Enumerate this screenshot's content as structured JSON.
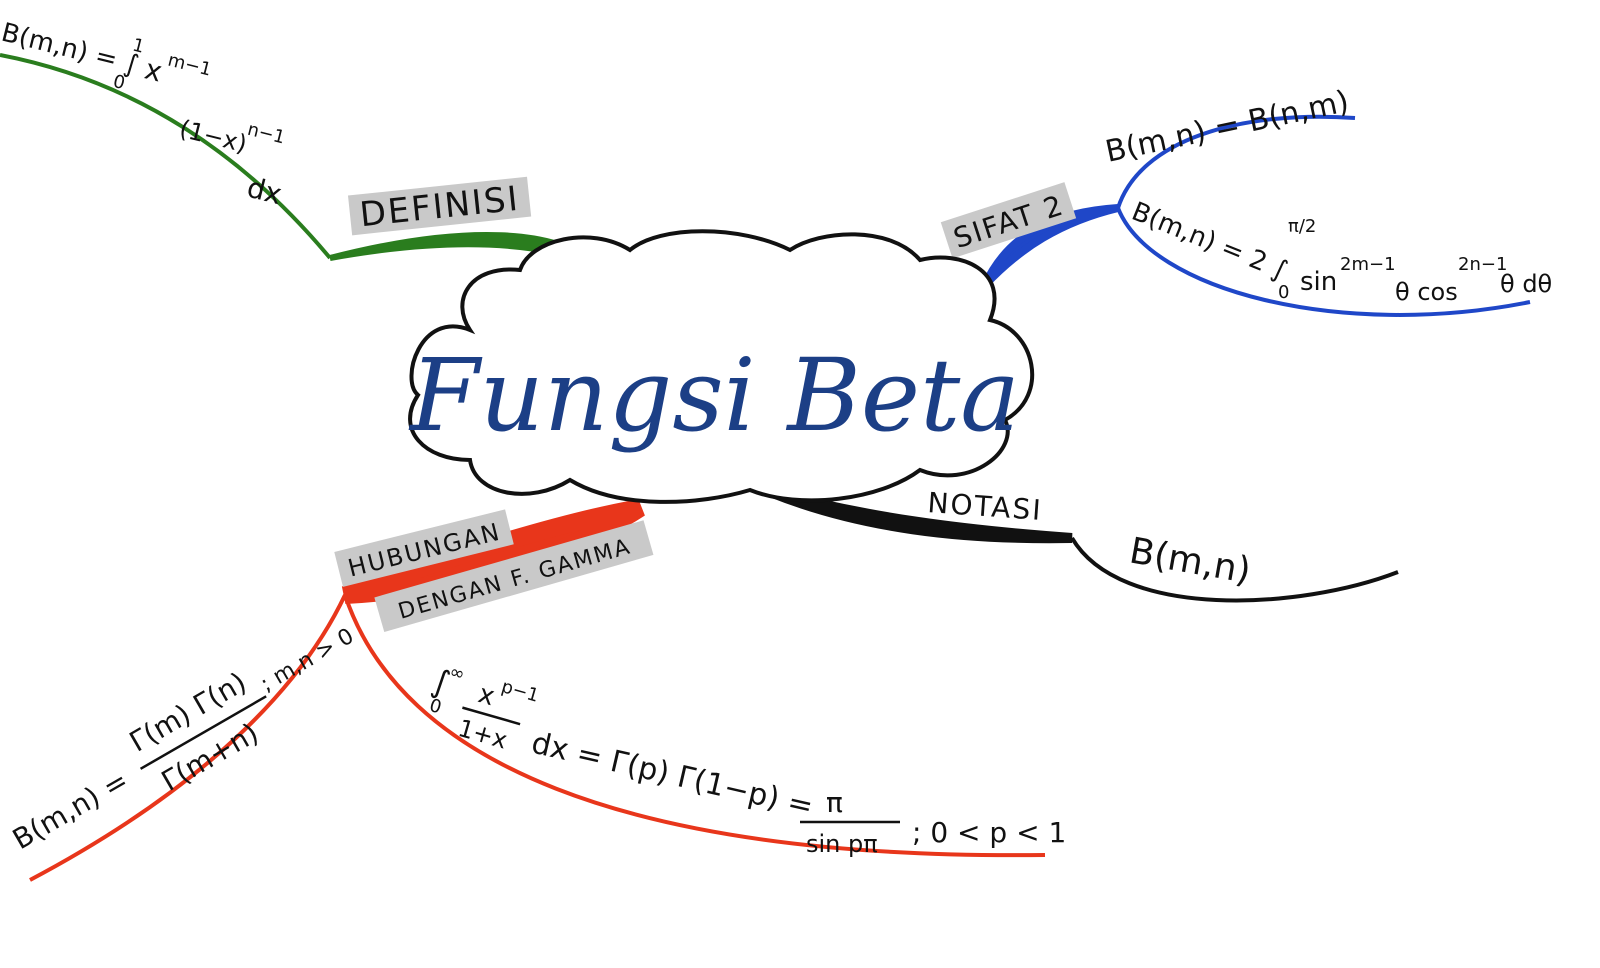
{
  "title": "Fungsi Beta",
  "colors": {
    "definisi": "#2a7d1e",
    "sifat": "#1f47c8",
    "notasi": "#111111",
    "hubungan": "#e8361b",
    "title": "#1c3f86"
  },
  "branches": {
    "definisi": {
      "label": "DEFINISI",
      "formula_lhs": "B(m,n) = ∫",
      "formula_upper": "1",
      "formula_lower": "0",
      "formula_x": "x",
      "formula_xexp": "m−1",
      "formula_mid": "(1−x)",
      "formula_midexp": "n−1",
      "formula_dx": "dx"
    },
    "sifat": {
      "label": "SIFAT 2",
      "formula1": "B(m,n) = B(n,m)",
      "formula2_lhs": "B(m,n) = 2 ∫",
      "formula2_upper": "π/2",
      "formula2_lower": "0",
      "formula2_sin": "sin",
      "formula2_sinexp": "2m−1",
      "formula2_cos": "θ cos",
      "formula2_cosexp": "2n−1",
      "formula2_end": "θ dθ"
    },
    "notasi": {
      "label": "NOTASI",
      "formula": "B(m,n)"
    },
    "hubungan": {
      "label1": "HUBUNGAN",
      "label2": "DENGAN F. GAMMA",
      "formula1_lhs": "B(m,n) =",
      "formula1_num": "Γ(m) Γ(n)",
      "formula1_den": "Γ(m+n)",
      "formula1_cond": "; m,n > 0",
      "formula2_int": "∫",
      "formula2_upper": "∞",
      "formula2_lower": "0",
      "formula2_num": "x",
      "formula2_numexp": "p−1",
      "formula2_den": "1+x",
      "formula2_mid": "dx = Γ(p) Γ(1−p) =",
      "formula2_fnum": "π",
      "formula2_fden": "sin pπ",
      "formula2_cond": "; 0 < p < 1"
    }
  }
}
